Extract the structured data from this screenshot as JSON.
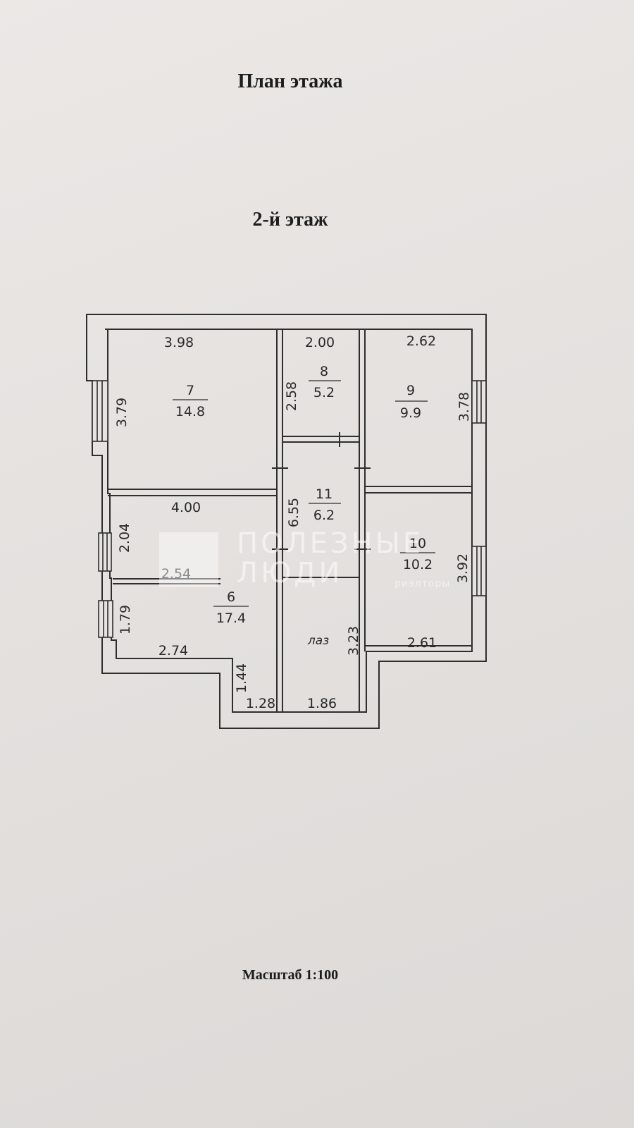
{
  "title": "План  этажа",
  "floor_label": "2-й этаж",
  "scale_label": "Масштаб  1:100",
  "watermark": {
    "line1": "ПОЛЕЗНЫЕ",
    "line2": "ЛЮДИ",
    "sub": "риэлторы"
  },
  "rooms": [
    {
      "id": "7",
      "area": "14.8"
    },
    {
      "id": "8",
      "area": "5.2"
    },
    {
      "id": "9",
      "area": "9.9"
    },
    {
      "id": "11",
      "area": "6.2"
    },
    {
      "id": "10",
      "area": "10.2"
    },
    {
      "id": "6",
      "area": "17.4"
    }
  ],
  "laz_label": "лаз",
  "dims": {
    "r7_width": "3.98",
    "r7_height": "3.79",
    "r8_width": "2.00",
    "r8_height": "2.58",
    "r9_width": "2.62",
    "r9_height": "3.78",
    "r6_top_width": "4.00",
    "r6_side_a": "2.04",
    "r6_partition": "2.54",
    "r6_side_b": "1.79",
    "r6_bottom": "2.74",
    "r6_step_h": "1.44",
    "r6_step_w": "1.28",
    "r11_height": "6.55",
    "laz_height": "3.23",
    "laz_width": "1.86",
    "r10_height": "3.92",
    "r10_width": "2.61"
  }
}
